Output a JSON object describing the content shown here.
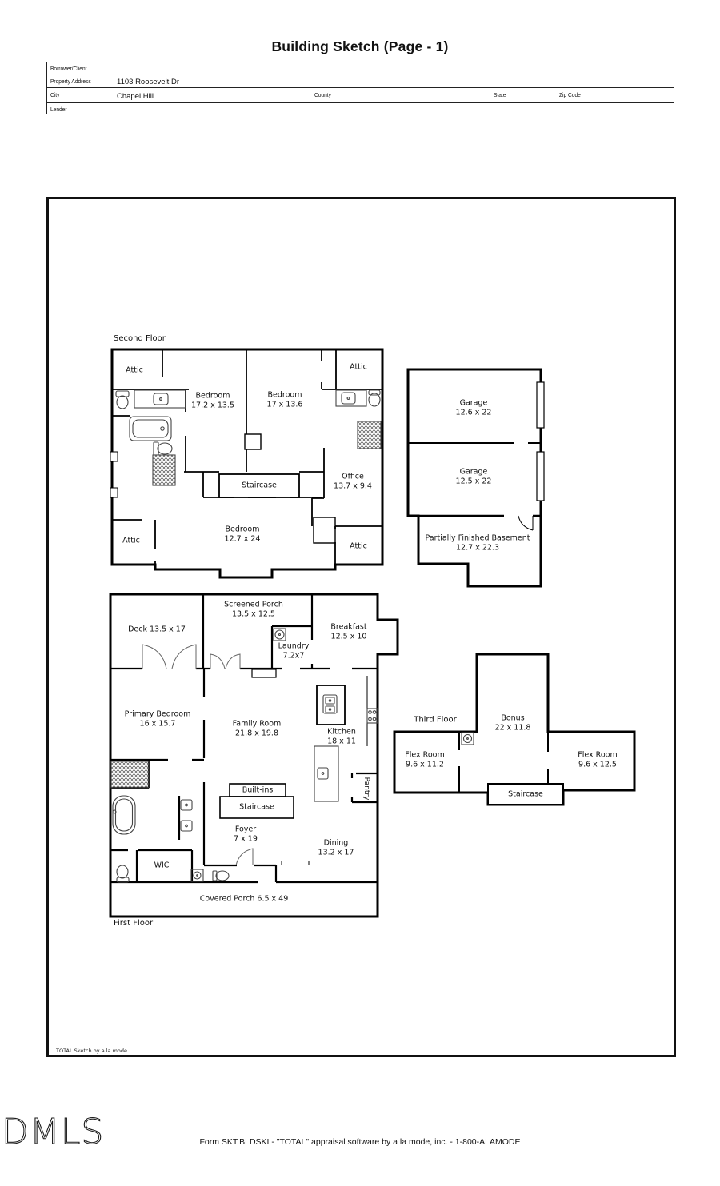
{
  "title": "Building Sketch (Page - 1)",
  "form": {
    "borrower_label": "Borrower/Client",
    "property_address_label": "Property Address",
    "property_address_value": "1103 Roosevelt Dr",
    "city_label": "City",
    "city_value": "Chapel Hill",
    "county_label": "County",
    "state_label": "State",
    "zip_label": "Zip Code",
    "lender_label": "Lender"
  },
  "sketch": {
    "credit": "TOTAL Sketch by a la mode",
    "floors": {
      "second": {
        "label": "Second Floor"
      },
      "first": {
        "label": "First Floor"
      },
      "third": {
        "label": "Third Floor"
      }
    },
    "rooms": {
      "attic": "Attic",
      "staircase": "Staircase",
      "bedroom1": {
        "name": "Bedroom",
        "dims": "17.2 x 13.5"
      },
      "bedroom2": {
        "name": "Bedroom",
        "dims": "17 x 13.6"
      },
      "bedroom3": {
        "name": "Bedroom",
        "dims": "12.7 x 24"
      },
      "office": {
        "name": "Office",
        "dims": "13.7 x 9.4"
      },
      "garage1": {
        "name": "Garage",
        "dims": "12.6 x 22"
      },
      "garage2": {
        "name": "Garage",
        "dims": "12.5 x 22"
      },
      "basement": {
        "name": "Partially Finished Basement",
        "dims": "12.7 x 22.3"
      },
      "deck": "Deck 13.5 x 17",
      "screened_porch": {
        "name": "Screened Porch",
        "dims": "13.5 x 12.5"
      },
      "laundry": {
        "name": "Laundry",
        "dims": "7.2x7"
      },
      "breakfast": {
        "name": "Breakfast",
        "dims": "12.5 x 10"
      },
      "primary_bedroom": {
        "name": "Primary Bedroom",
        "dims": "16 x 15.7"
      },
      "family_room": {
        "name": "Family Room",
        "dims": "21.8 x 19.8"
      },
      "kitchen": {
        "name": "Kitchen",
        "dims": "18 x 11"
      },
      "built_ins": "Built-ins",
      "foyer": {
        "name": "Foyer",
        "dims": "7 x 19"
      },
      "dining": {
        "name": "Dining",
        "dims": "13.2 x 17"
      },
      "wic": "WIC",
      "pantry": "Pantry",
      "covered_porch": "Covered Porch 6.5 x 49",
      "bonus": {
        "name": "Bonus",
        "dims": "22 x 11.8"
      },
      "flex_left": {
        "name": "Flex Room",
        "dims": "9.6 x 11.2"
      },
      "flex_right": {
        "name": "Flex Room",
        "dims": "9.6 x 12.5"
      }
    }
  },
  "watermark": "DMLS",
  "footer": "Form SKT.BLDSKI - \"TOTAL\" appraisal software by a la mode, inc. - 1-800-ALAMODE"
}
